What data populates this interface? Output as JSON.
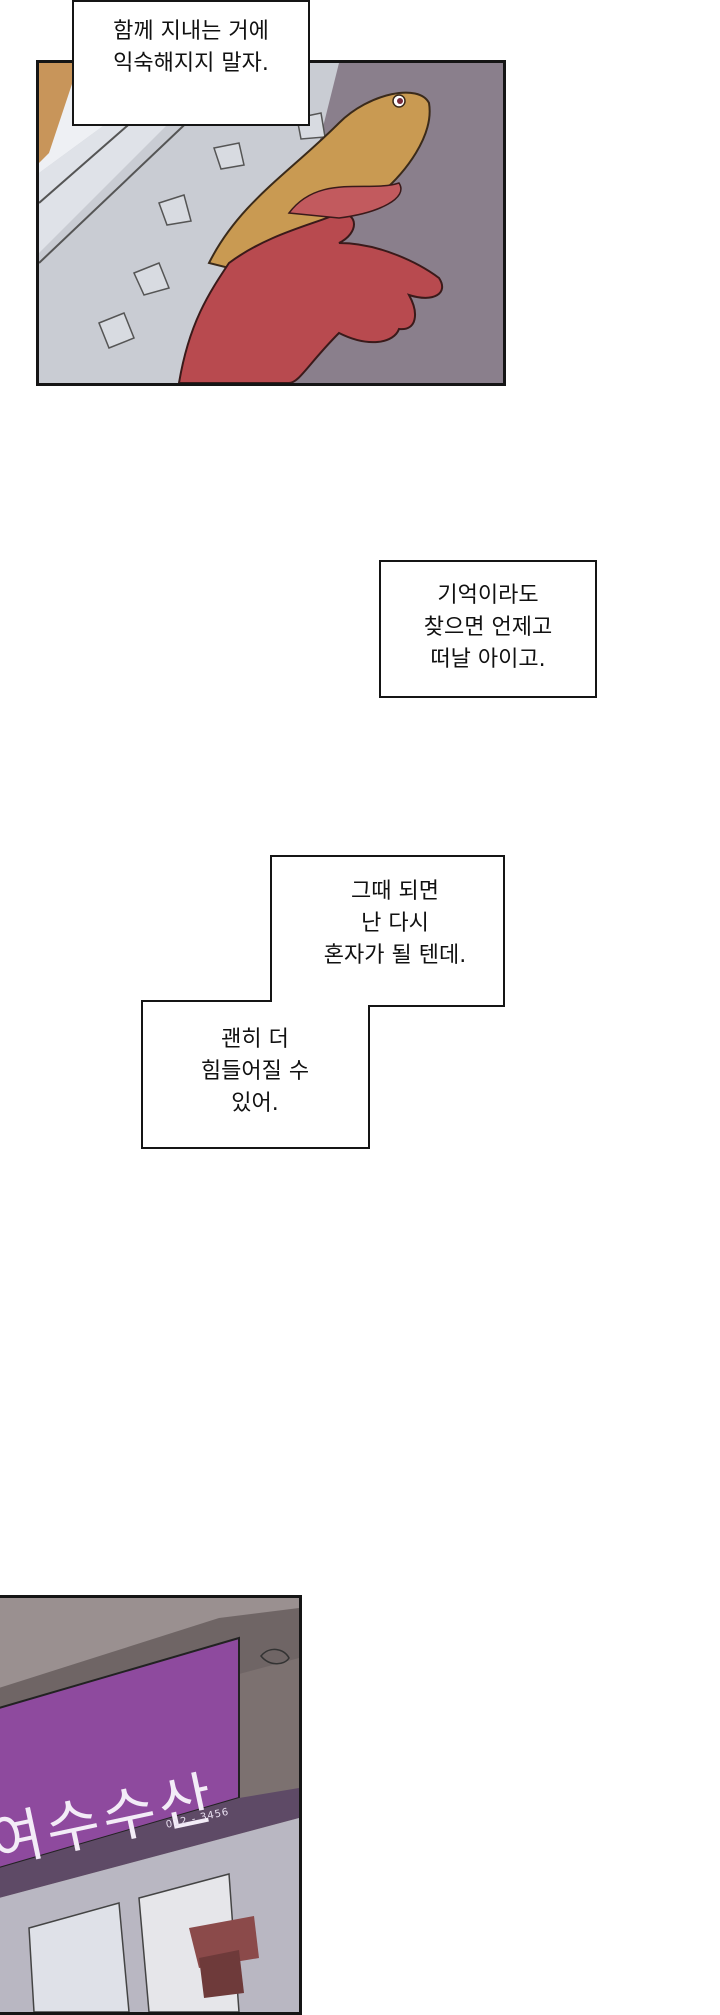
{
  "captions": {
    "top": "함께 지내는 거에\n익숙해지지 말자.",
    "memory": "기억이라도\n찾으면 언제고\n떠날 아이고.",
    "alone": "그때 되면\n난 다시\n혼자가 될 텐데.",
    "harder": "괜히 더\n힘들어질 수\n있어."
  },
  "shop_sign": {
    "name": "여수수산",
    "phone": "012 - 3456"
  },
  "colors": {
    "panel_border": "#151515",
    "hand": "#b84a4f",
    "fish": "#c99a52",
    "sign": "#8e4a9e",
    "wall_shadow": "#8a7f8c"
  }
}
